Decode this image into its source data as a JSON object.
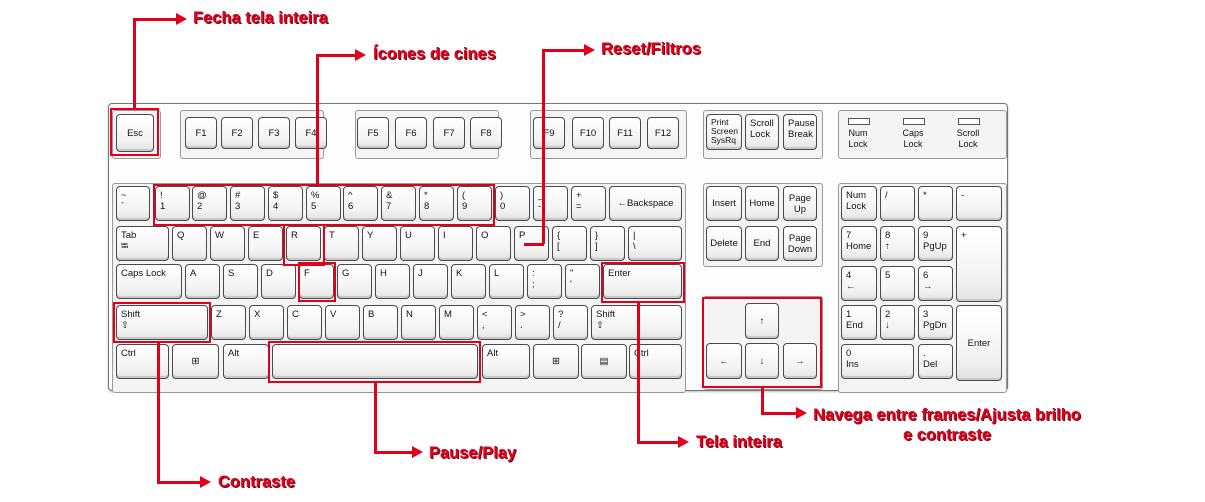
{
  "colors": {
    "highlight": "#e0001b"
  },
  "annotations": [
    {
      "id": "fullscreen-close",
      "text": "Fecha tela inteira"
    },
    {
      "id": "cinema-icons",
      "text": "Ícones de cines"
    },
    {
      "id": "reset-filters",
      "text": "Reset/Filtros"
    },
    {
      "id": "navigate-frames",
      "text": "Navega entre frames/Ajusta brilho e contraste"
    },
    {
      "id": "fullscreen",
      "text": "Tela inteira"
    },
    {
      "id": "pause-play",
      "text": "Pause/Play"
    },
    {
      "id": "contrast",
      "text": "Contraste"
    }
  ],
  "keyboard": {
    "indicators": [
      "Num Lock",
      "Caps Lock",
      "Scroll Lock"
    ],
    "keys": {
      "esc": [
        "Esc"
      ],
      "f1": [
        "F1"
      ],
      "f2": [
        "F2"
      ],
      "f3": [
        "F3"
      ],
      "f4": [
        "F4"
      ],
      "f5": [
        "F5"
      ],
      "f6": [
        "F6"
      ],
      "f7": [
        "F7"
      ],
      "f8": [
        "F8"
      ],
      "f9": [
        "F9"
      ],
      "f10": [
        "F10"
      ],
      "f11": [
        "F11"
      ],
      "f12": [
        "F12"
      ],
      "print": [
        "Print",
        "Screen",
        "SysRq"
      ],
      "scroll": [
        "Scroll",
        "Lock"
      ],
      "pause": [
        "Pause",
        "Break"
      ],
      "tilde": [
        "~",
        "`"
      ],
      "d1": [
        "!",
        "1"
      ],
      "d2": [
        "@",
        "2"
      ],
      "d3": [
        "#",
        "3"
      ],
      "d4": [
        "$",
        "4"
      ],
      "d5": [
        "%",
        "5"
      ],
      "d6": [
        "^",
        "6"
      ],
      "d7": [
        "&",
        "7"
      ],
      "d8": [
        "*",
        "8"
      ],
      "d9": [
        "(",
        "9"
      ],
      "d0": [
        ")",
        "0"
      ],
      "minus": [
        "_",
        "-"
      ],
      "equal": [
        "+",
        "="
      ],
      "backspace": [
        "←Backspace"
      ],
      "tab": [
        "Tab",
        "⭾"
      ],
      "q": [
        "Q"
      ],
      "w": [
        "W"
      ],
      "e": [
        "E"
      ],
      "r": [
        "R"
      ],
      "t": [
        "T"
      ],
      "y": [
        "Y"
      ],
      "u": [
        "U"
      ],
      "i": [
        "I"
      ],
      "o": [
        "O"
      ],
      "p": [
        "P"
      ],
      "lbracket": [
        "{",
        "["
      ],
      "rbracket": [
        "}",
        "]"
      ],
      "backslash": [
        "|",
        "\\"
      ],
      "capslock": [
        "Caps Lock"
      ],
      "a": [
        "A"
      ],
      "s": [
        "S"
      ],
      "d": [
        "D"
      ],
      "f": [
        "F"
      ],
      "g": [
        "G"
      ],
      "h": [
        "H"
      ],
      "j": [
        "J"
      ],
      "k": [
        "K"
      ],
      "l": [
        "L"
      ],
      "semicolon": [
        ":",
        ";"
      ],
      "quote": [
        "\"",
        "'"
      ],
      "enter": [
        "Enter"
      ],
      "lshift": [
        "Shift",
        "⇧"
      ],
      "z": [
        "Z"
      ],
      "x": [
        "X"
      ],
      "c": [
        "C"
      ],
      "v": [
        "V"
      ],
      "b": [
        "B"
      ],
      "n": [
        "N"
      ],
      "m": [
        "M"
      ],
      "comma": [
        "<",
        ","
      ],
      "period": [
        ">",
        "."
      ],
      "slash": [
        "?",
        "/"
      ],
      "rshift": [
        "Shift",
        "⇧"
      ],
      "lctrl": [
        "Ctrl"
      ],
      "lwin": [
        "⊞"
      ],
      "lalt": [
        "Alt"
      ],
      "space": [
        ""
      ],
      "ralt": [
        "Alt"
      ],
      "rwin": [
        "⊞"
      ],
      "menu": [
        "▤"
      ],
      "rctrl": [
        "Ctrl"
      ],
      "insert": [
        "Insert"
      ],
      "home": [
        "Home"
      ],
      "pageup": [
        "Page",
        "Up"
      ],
      "delete": [
        "Delete"
      ],
      "end": [
        "End"
      ],
      "pagedown": [
        "Page",
        "Down"
      ],
      "up": [
        "↑"
      ],
      "left": [
        "←"
      ],
      "down": [
        "↓"
      ],
      "right": [
        "→"
      ],
      "numlock": [
        "Num",
        "Lock"
      ],
      "npdiv": [
        "/"
      ],
      "npmul": [
        "*"
      ],
      "npminus": [
        "-"
      ],
      "np7": [
        "7",
        "Home"
      ],
      "np8": [
        "8",
        "↑"
      ],
      "np9": [
        "9",
        "PgUp"
      ],
      "npplus": [
        "+"
      ],
      "np4": [
        "4",
        "←"
      ],
      "np5": [
        "5"
      ],
      "np6": [
        "6",
        "→"
      ],
      "np1": [
        "1",
        "End"
      ],
      "np2": [
        "2",
        "↓"
      ],
      "np3": [
        "3",
        "PgDn"
      ],
      "npenter": [
        "Enter"
      ],
      "np0": [
        "0",
        "Ins"
      ],
      "npdel": [
        ".",
        "Del"
      ]
    }
  }
}
